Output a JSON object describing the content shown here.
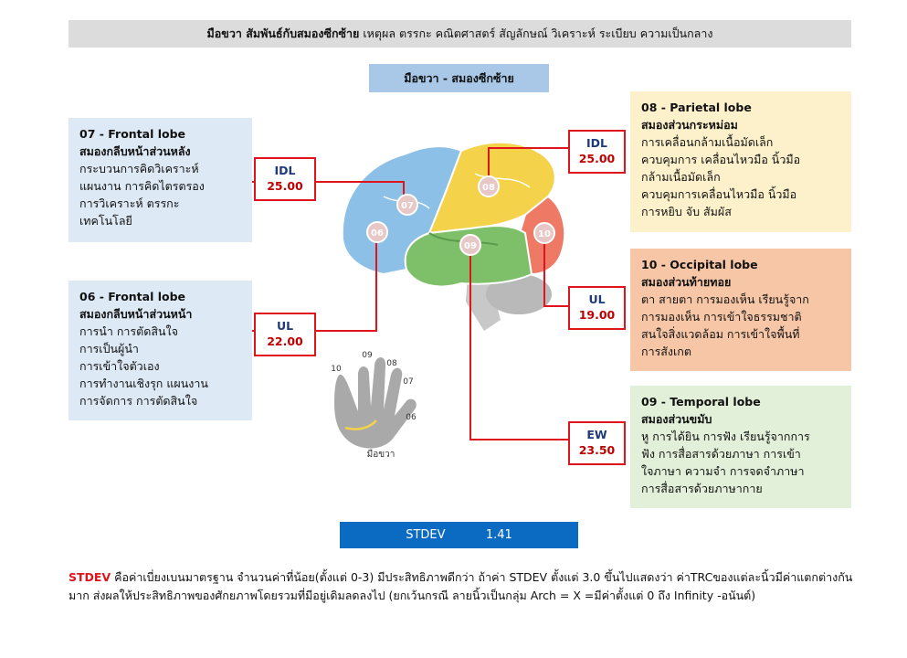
{
  "title": {
    "bold": "มือขวา สัมพันธ์กับสมองซีกซ้าย",
    "rest": "เหตุผล ตรรกะ คณิตศาสตร์ สัญลักษณ์ วิเคราะห์ ระเบียบ ความเป็นกลาง"
  },
  "subtitle": "มือขวา - สมองซีกซ้าย",
  "lobes": {
    "l07": {
      "name": "07 - Frontal lobe",
      "thai": "สมองกลีบหน้าส่วนหลัง",
      "lines": [
        "กระบวนการคิดวิเคราะห์",
        "แผนงาน การคิดไตรตรอง",
        "การวิเคราะห์ ตรรกะ",
        "เทคโนโลยี"
      ]
    },
    "l06": {
      "name": "06 - Frontal lobe",
      "thai": "สมองกลีบหน้าส่วนหน้า",
      "lines": [
        "การนำ การตัดสินใจ",
        "การเป็นผู้นำ",
        "การเข้าใจตัวเอง",
        "การทำงานเชิงรุก แผนงาน",
        "การจัดการ การตัดสินใจ"
      ]
    },
    "l08": {
      "name": "08 - Parietal lobe",
      "thai": "สมองส่วนกระหม่อม",
      "lines": [
        "การเคลื่อนกล้ามเนื้อมัดเล็ก",
        "ควบคุมการ เคลื่อนไหวมือ นิ้วมือ",
        "กล้ามเนื้อมัดเล็ก",
        "ควบคุมการเคลื่อนไหวมือ นิ้วมือ",
        "การหยิบ จับ สัมผัส"
      ]
    },
    "l10": {
      "name": "10 - Occipital lobe",
      "thai": "สมองส่วนท้ายทอย",
      "lines": [
        "ตา สายตา การมองเห็น เรียนรู้จาก",
        "การมองเห็น การเข้าใจธรรมชาติ",
        "สนใจสิ่งแวดล้อม การเข้าใจพื้นที่",
        "การสังเกต"
      ]
    },
    "l09": {
      "name": "09 - Temporal lobe",
      "thai": "สมองส่วนขมับ",
      "lines": [
        "หู การได้ยิน การฟัง เรียนรู้จากการ",
        "ฟัง การสื่อสารด้วยภาษา การเข้า",
        "ใจภาษา ความจำ การจดจำภาษา",
        "การสื่อสารด้วยภาษากาย"
      ]
    }
  },
  "scores": {
    "s07": {
      "code": "IDL",
      "value": "25.00"
    },
    "s06": {
      "code": "UL",
      "value": "22.00"
    },
    "s08": {
      "code": "IDL",
      "value": "25.00"
    },
    "s10": {
      "code": "UL",
      "value": "19.00"
    },
    "s09": {
      "code": "EW",
      "value": "23.50"
    }
  },
  "brain_markers": [
    "07",
    "08",
    "06",
    "10",
    "09"
  ],
  "hand": {
    "label": "มือขวา",
    "fingers": [
      "10",
      "09",
      "08",
      "07",
      "06"
    ]
  },
  "stdev": {
    "label": "STDEV",
    "value": "1.41"
  },
  "note": {
    "keyword": "STDEV",
    "text": " คือค่าเบี่ยงเบนมาตรฐาน จำนวนค่าที่น้อย(ตั้งแต่ 0-3) มีประสิทธิภาพดีกว่า ถ้าค่า STDEV ตั้งแต่ 3.0 ขึ้นไปแสดงว่า ค่าTRCของแต่ละนิ้วมีค่าแตกต่างกันมาก ส่งผลให้ประสิทธิภาพของศักยภาพโดยรวมที่มีอยู่เดิมลดลงไป (ยกเว้นกรณี ลายนิ้วเป็นกลุ่ม Arch = X =มีค่าตั้งแต่ 0 ถึง Infinity -อนันต์)"
  },
  "colors": {
    "frontal_blue": "#8cc0e6",
    "parietal_yellow": "#f4d24a",
    "occipital_red": "#ee7a66",
    "temporal_green": "#7ec06a",
    "connector_red": "#e0141c"
  }
}
